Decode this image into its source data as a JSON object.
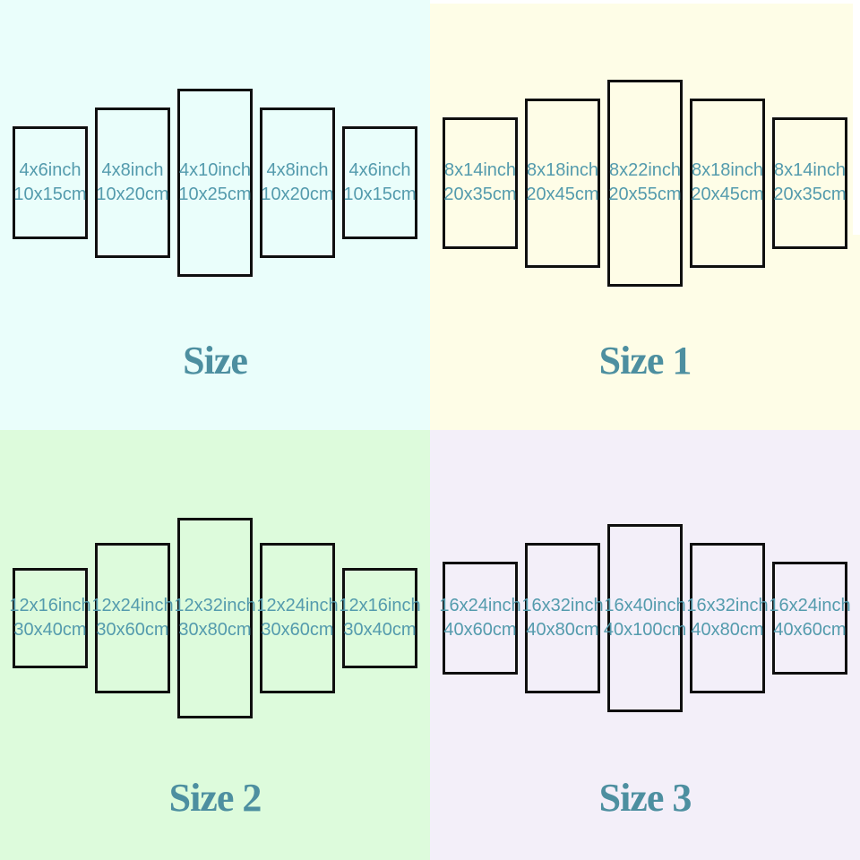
{
  "styles": {
    "panel_text_color": "#549BAD",
    "title_color": "#4D8FA0",
    "panel_border_color": "#0f0f0f",
    "padding_artifact_color": "#ffffff"
  },
  "quadrants": [
    {
      "id": "size",
      "title": "Size",
      "background": "#EAFEFB",
      "panels": [
        {
          "inch_label": "4x6inch",
          "cm_label": "10x15cm",
          "width_in": 4,
          "height_in": 6
        },
        {
          "inch_label": "4x8inch",
          "cm_label": "10x20cm",
          "width_in": 4,
          "height_in": 8
        },
        {
          "inch_label": "4x10inch",
          "cm_label": "10x25cm",
          "width_in": 4,
          "height_in": 10
        },
        {
          "inch_label": "4x8inch",
          "cm_label": "10x20cm",
          "width_in": 4,
          "height_in": 8
        },
        {
          "inch_label": "4x6inch",
          "cm_label": "10x15cm",
          "width_in": 4,
          "height_in": 6
        }
      ]
    },
    {
      "id": "size-1",
      "title": "Size 1",
      "background": "#FEFDE7",
      "panels": [
        {
          "inch_label": "8x14inch",
          "cm_label": "20x35cm",
          "width_in": 8,
          "height_in": 14
        },
        {
          "inch_label": "8x18inch",
          "cm_label": "20x45cm",
          "width_in": 8,
          "height_in": 18
        },
        {
          "inch_label": "8x22inch",
          "cm_label": "20x55cm",
          "width_in": 8,
          "height_in": 22
        },
        {
          "inch_label": "8x18inch",
          "cm_label": "20x45cm",
          "width_in": 8,
          "height_in": 18
        },
        {
          "inch_label": "8x14inch",
          "cm_label": "20x35cm",
          "width_in": 8,
          "height_in": 14
        }
      ]
    },
    {
      "id": "size-2",
      "title": "Size 2",
      "background": "#DDFBDC",
      "panels": [
        {
          "inch_label": "12x16inch",
          "cm_label": "30x40cm",
          "width_in": 12,
          "height_in": 16
        },
        {
          "inch_label": "12x24inch",
          "cm_label": "30x60cm",
          "width_in": 12,
          "height_in": 24
        },
        {
          "inch_label": "12x32inch",
          "cm_label": "30x80cm",
          "width_in": 12,
          "height_in": 32
        },
        {
          "inch_label": "12x24inch",
          "cm_label": "30x60cm",
          "width_in": 12,
          "height_in": 24
        },
        {
          "inch_label": "12x16inch",
          "cm_label": "30x40cm",
          "width_in": 12,
          "height_in": 16
        }
      ]
    },
    {
      "id": "size-3",
      "title": "Size 3",
      "background": "#F3EFF9",
      "panels": [
        {
          "inch_label": "16x24inch",
          "cm_label": "40x60cm",
          "width_in": 16,
          "height_in": 24
        },
        {
          "inch_label": "16x32inch",
          "cm_label": "40x80cm",
          "width_in": 16,
          "height_in": 32
        },
        {
          "inch_label": "16x40inch",
          "cm_label": "40x100cm",
          "width_in": 16,
          "height_in": 40
        },
        {
          "inch_label": "16x32inch",
          "cm_label": "40x80cm",
          "width_in": 16,
          "height_in": 32
        },
        {
          "inch_label": "16x24inch",
          "cm_label": "40x60cm",
          "width_in": 16,
          "height_in": 24
        }
      ]
    }
  ]
}
